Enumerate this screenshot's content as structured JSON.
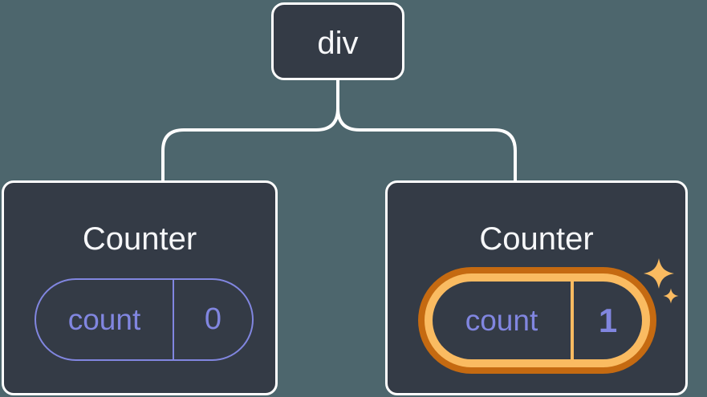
{
  "colors": {
    "background": "#4d666d",
    "card_background": "#343b46",
    "card_border": "#ffffff",
    "text_primary": "#f6f7f9",
    "state_accent": "#8186e0",
    "highlight_outer": "#c56a11",
    "highlight_inner": "#fabb61",
    "connector": "#ffffff"
  },
  "icons": {
    "sparkle": "four-pointed-star"
  },
  "tree": {
    "root": {
      "label": "div"
    },
    "children": [
      {
        "title": "Counter",
        "state_key": "count",
        "state_value": "0",
        "highlighted": false
      },
      {
        "title": "Counter",
        "state_key": "count",
        "state_value": "1",
        "highlighted": true
      }
    ]
  }
}
